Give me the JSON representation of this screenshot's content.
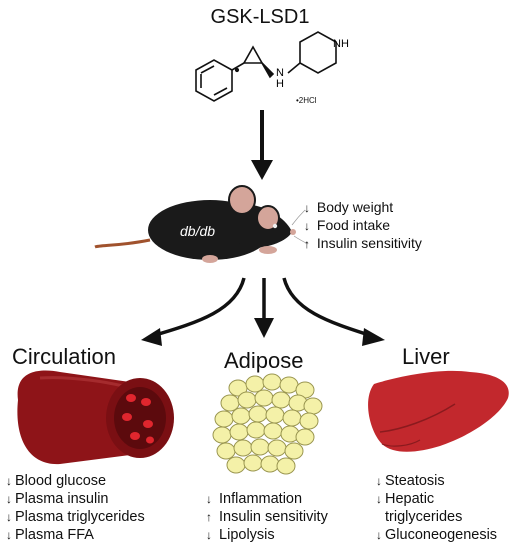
{
  "title": "GSK-LSD1",
  "molecule": {
    "nh_label": "NH",
    "n_label": "N",
    "h_label": "H",
    "salt_label": "•2HCl"
  },
  "mouse": {
    "label": "db/db",
    "effects": [
      {
        "arrow": "↓",
        "text": "Body weight"
      },
      {
        "arrow": "↓",
        "text": "Food intake"
      },
      {
        "arrow": "↑",
        "text": "Insulin sensitivity"
      }
    ]
  },
  "sections": {
    "circulation": {
      "title": "Circulation",
      "effects": [
        {
          "arrow": "↓",
          "text": "Blood glucose"
        },
        {
          "arrow": "↓",
          "text": "Plasma insulin"
        },
        {
          "arrow": "↓",
          "text": "Plasma triglycerides"
        },
        {
          "arrow": "↓",
          "text": "Plasma FFA"
        }
      ]
    },
    "adipose": {
      "title": "Adipose",
      "effects": [
        {
          "arrow": "↓",
          "text": "Inflammation"
        },
        {
          "arrow": "↑",
          "text": "Insulin sensitivity"
        },
        {
          "arrow": "↓",
          "text": "Lipolysis"
        }
      ]
    },
    "liver": {
      "title": "Liver",
      "effects": [
        {
          "arrow": "↓",
          "text": "Steatosis"
        },
        {
          "arrow": "↓",
          "text": "Hepatic"
        },
        {
          "arrow": "",
          "text": "triglycerides"
        },
        {
          "arrow": "↓",
          "text": "Gluconeogenesis"
        }
      ]
    }
  },
  "colors": {
    "vessel": "#8e1418",
    "rbc": "#e0262e",
    "fat": "#f4f1a8",
    "liver": "#c2282d",
    "mouse_body": "#1a1a1a",
    "mouse_pink": "#d4a59a"
  }
}
